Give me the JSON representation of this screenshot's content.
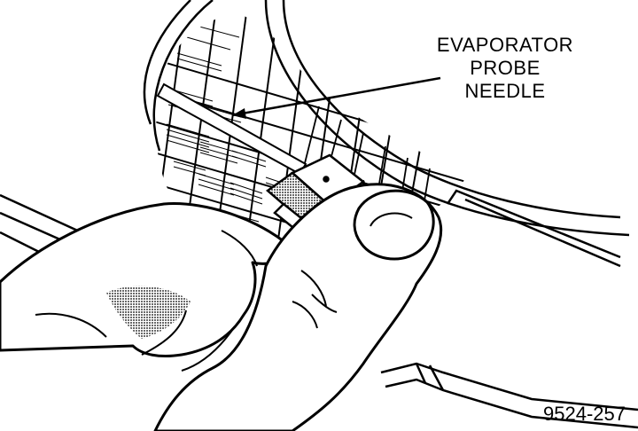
{
  "callout": {
    "line1": "EVAPORATOR",
    "line2": "PROBE",
    "line3": "NEEDLE"
  },
  "figure_number": "9524-257",
  "colors": {
    "ink": "#000000",
    "paper": "#ffffff",
    "shade": "#9a9a9a"
  }
}
